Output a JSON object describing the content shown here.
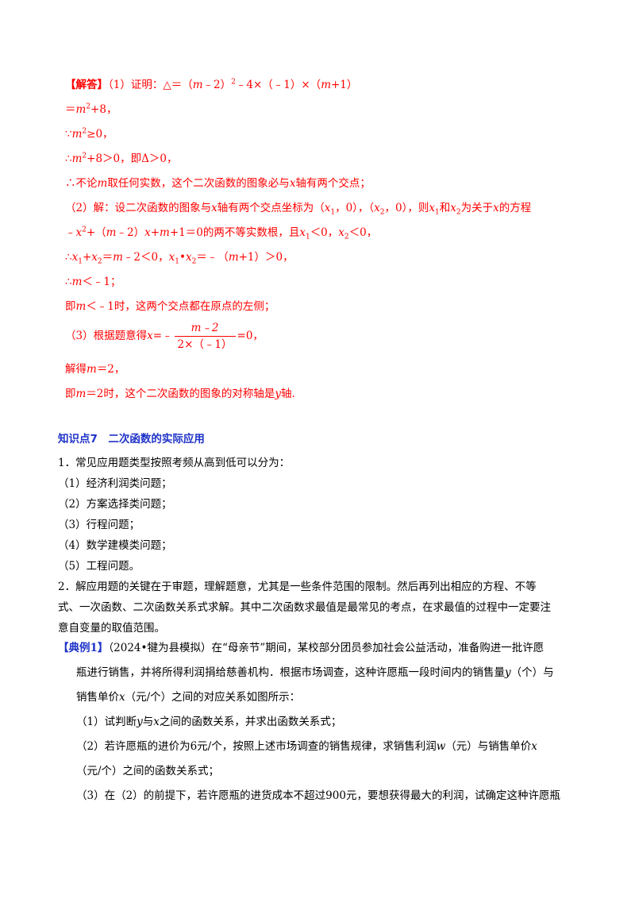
{
  "solution": {
    "tag": "【解答】",
    "l1": "（1）证明：△＝（",
    "l1_m": "m",
    "l1_b": "﹣2）",
    "l1_sup": "2",
    "l1_c": "﹣4×（﹣1）×（",
    "l1_m2": "m",
    "l1_d": "+1）",
    "l2_a": "＝",
    "l2_m": "m",
    "l2_sup": "2",
    "l2_b": "+8，",
    "l3_a": "∵",
    "l3_m": "m",
    "l3_sup": "2",
    "l3_b": "≥0，",
    "l4_a": "∴",
    "l4_m": "m",
    "l4_sup": "2",
    "l4_b": "+8＞0，即Δ＞0，",
    "l5_a": "∴不论",
    "l5_m": "m",
    "l5_b": "取任何实数，这个二次函数的图象必与",
    "l5_x": "x",
    "l5_c": "轴有两个交点；",
    "l6_a": "（2）解：设二次函数的图象与",
    "l6_x": "x",
    "l6_b": "轴有两个交点坐标为（",
    "l6_x1": "x",
    "l6_s1": "1",
    "l6_c": "，0），（",
    "l6_x2": "x",
    "l6_s2": "2",
    "l6_d": "，0），则",
    "l6_x3": "x",
    "l6_s3": "1",
    "l6_e": "和",
    "l6_x4": "x",
    "l6_s4": "2",
    "l6_f": "为关于",
    "l6_x5": "x",
    "l6_g": "的方程",
    "l7_a": "﹣",
    "l7_x": "x",
    "l7_sup": "2",
    "l7_b": "+（",
    "l7_m": "m",
    "l7_c": "﹣2）",
    "l7_x2": "x",
    "l7_d": "+",
    "l7_m2": "m",
    "l7_e": "+1＝0的两不等实数根，且",
    "l7_x3": "x",
    "l7_s1": "1",
    "l7_f": "＜0，",
    "l7_x4": "x",
    "l7_s2": "2",
    "l7_g": "＜0，",
    "l8_a": "∴",
    "l8_x1": "x",
    "l8_s1": "1",
    "l8_b": "+",
    "l8_x2": "x",
    "l8_s2": "2",
    "l8_c": "＝",
    "l8_m": "m",
    "l8_d": "﹣2＜0，",
    "l8_x3": "x",
    "l8_s3": "1",
    "l8_e": "•",
    "l8_x4": "x",
    "l8_s4": "2",
    "l8_f": "＝﹣（",
    "l8_m2": "m",
    "l8_g": "+1）＞0，",
    "l9_a": "∴",
    "l9_m": "m",
    "l9_b": "＜﹣1；",
    "l10_a": "即",
    "l10_m": "m",
    "l10_b": "＜﹣1时，这两个交点都在原点的左侧；",
    "l11_a": "（3）根据题意得",
    "l11_x": "x",
    "l11_b": "=﹣",
    "l11_num": "m﹣2",
    "l11_den": "2×（﹣1）",
    "l11_c": "=0，",
    "l12_a": "解得",
    "l12_m": "m",
    "l12_b": "＝2，",
    "l13_a": "即",
    "l13_m": "m",
    "l13_b": "＝2时，这个二次函数的图象的对称轴是",
    "l13_y": "y",
    "l13_c": "轴."
  },
  "knowledge": {
    "title": "知识点7　二次函数的实际应用",
    "p1": "1．常见应用题类型按照考频从高到低可以分为：",
    "items": [
      "（1）经济利润类问题；",
      "（2）方案选择类问题；",
      "（3）行程问题；",
      "（4）数学建模类问题；",
      "（5）工程问题。"
    ],
    "p2_l1": "2．解应用题的关键在于审题，理解题意，尤其是一些条件范围的限制。然后再列出相应的方程、不等",
    "p2_l2": "式、一次函数、二次函数关系式求解。其中二次函数求最值是最常见的考点，在求最值的过程中一定要注",
    "p2_l3": "意自变量的取值范围。"
  },
  "example": {
    "tag": "【典例1】",
    "l1": "（2024•犍为县模拟）在“母亲节”期间，某校部分团员参加社会公益活动，准备购进一批许愿",
    "l2_a": "瓶进行销售，并将所得利润捐给慈善机构．根据市场调查，这种许愿瓶一段时间内的销售量",
    "l2_y": "y",
    "l2_b": "（个）与",
    "l3_a": "销售单价",
    "l3_x": "x",
    "l3_b": "（元/个）之间的对应关系如图所示：",
    "q1_a": "（1）试判断",
    "q1_y": "y",
    "q1_b": "与",
    "q1_x": "x",
    "q1_c": "之间的函数关系，并求出函数关系式；",
    "q2_a": "（2）若许愿瓶的进价为6元/个，按照上述市场调查的销售规律，求销售利润",
    "q2_w": "w",
    "q2_b": "（元）与销售单价",
    "q2_x": "x",
    "q2_l2": "（元/个）之间的函数关系式；",
    "q3": "（3）在（2）的前提下，若许愿瓶的进货成本不超过900元，要想获得最大的利润，试确定这种许愿瓶"
  }
}
